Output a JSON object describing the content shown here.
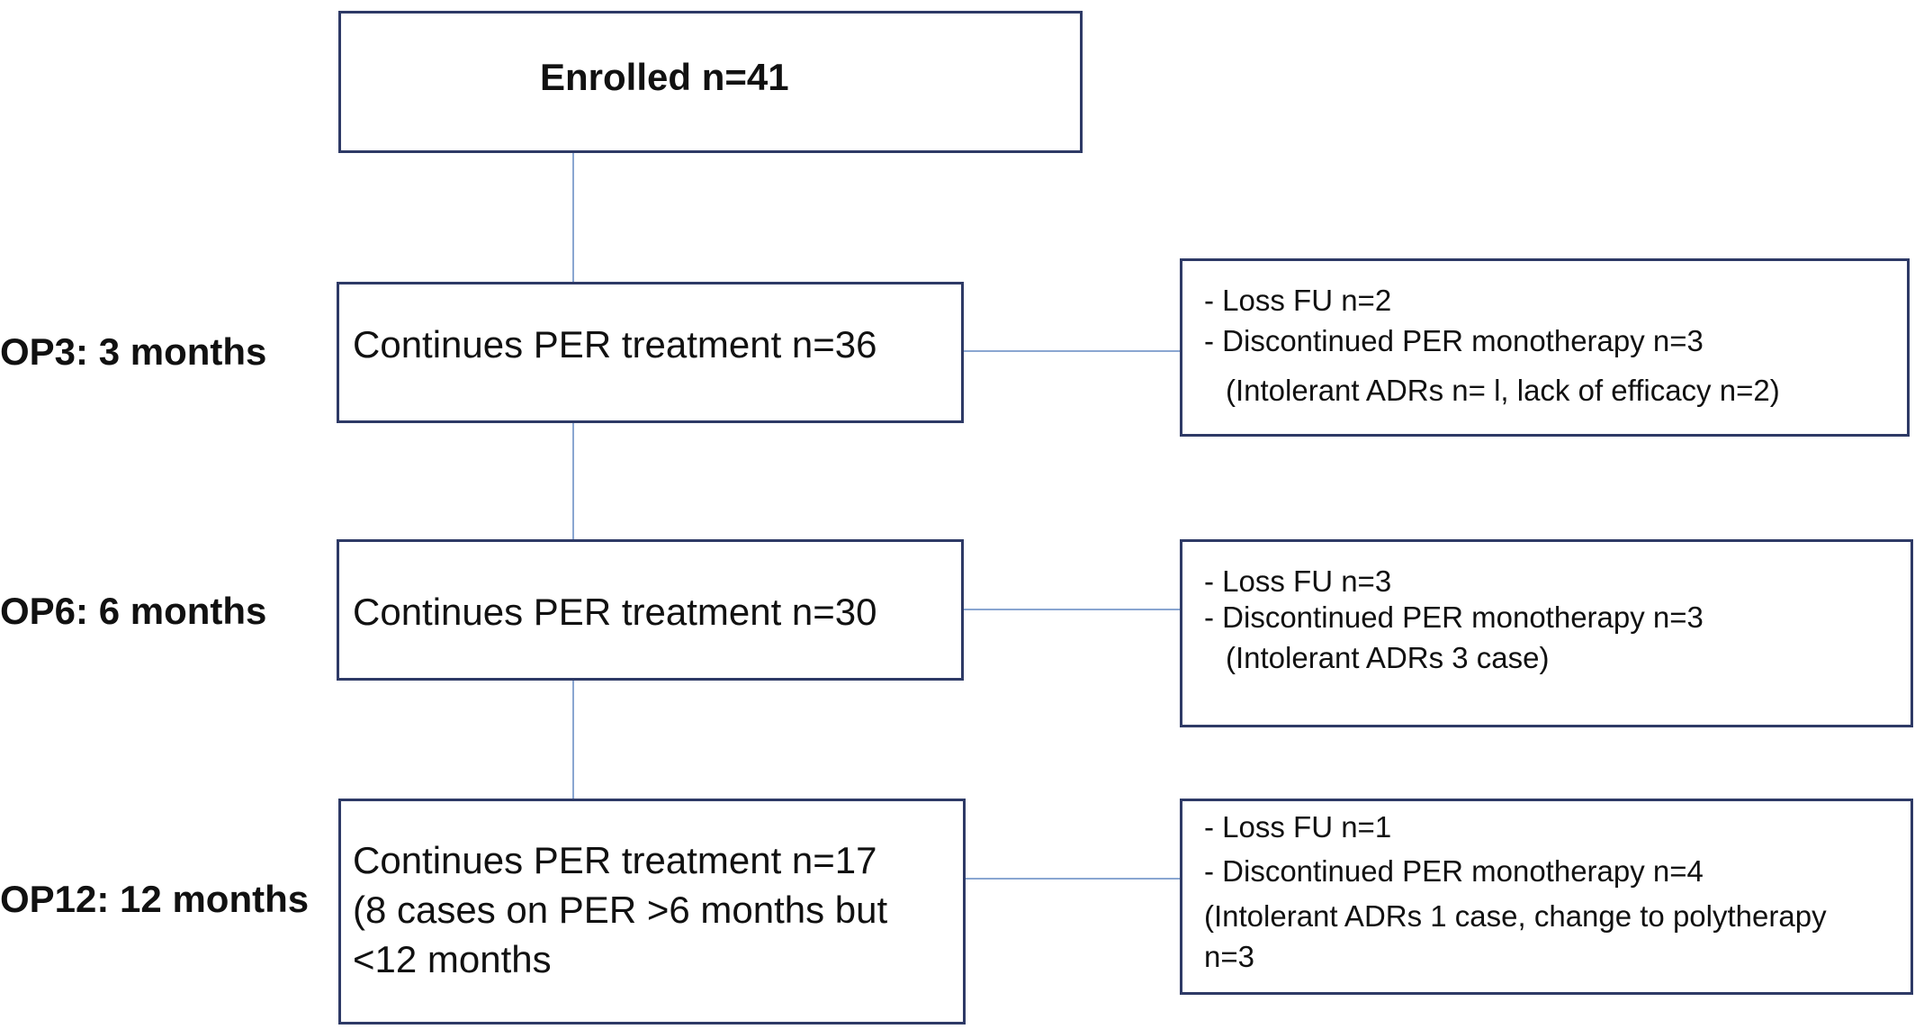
{
  "enrolled": {
    "label": "Enrolled n=41"
  },
  "stages": [
    {
      "label": "OP3: 3 months",
      "main_lines": [
        "Continues PER treatment n=36"
      ],
      "side_lines": [
        "- Loss FU  n=2",
        "- Discontinued PER monotherapy n=3",
        "(Intolerant ADRs n= l, lack of efficacy n=2)"
      ]
    },
    {
      "label": "OP6: 6 months",
      "main_lines": [
        "Continues PER treatment n=30"
      ],
      "side_lines": [
        "- Loss FU  n=3",
        "- Discontinued PER monotherapy  n=3",
        "(Intolerant ADRs 3  case)"
      ]
    },
    {
      "label": "OP12: 12 months",
      "main_lines": [
        "Continues PER treatment n=17",
        "(8 cases on PER >6  months but",
        "<12 months"
      ],
      "side_lines": [
        "- Loss FU  n=1",
        "- Discontinued PER monotherapy n=4",
        "(Intolerant ADRs 1  case, change to polytherapy",
        "n=3"
      ]
    }
  ],
  "colors": {
    "box_border": "#2e3a66",
    "connector": "#8aa6d1",
    "text": "#111111"
  }
}
